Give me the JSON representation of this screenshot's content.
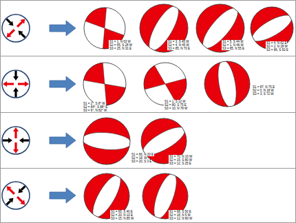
{
  "diagram": {
    "labels": [
      "S1 = 1, N 63 W",
      "S2 = 65, S 28 W",
      "S3 = 25, N 31 E",
      "S1 = 3, S 45 W",
      "S2 = 4, N 45 W",
      "S3 = 85, N 70 E",
      "S1 = 5, S 44 W",
      "S2 = 1, N 46 W",
      "S3 = 85, N 55 E",
      "S1 = 4, N 62 E",
      "S2 = 2, N 28 W",
      "S3 = 86, S 50 E",
      "S1 = 2°, S 8° W",
      "S2 = 84°, S 88° E",
      "S3 = 6°, N 82° W",
      "S1 = 1, S 12 W",
      "S2 = 80, S 75 E",
      "S3 = 10, N 78 W",
      "S1 = 87, N 75 E",
      "S2 = 0, N 18 W",
      "S3 = 3, S 72 W",
      "S1 = 66, N 20 E",
      "S2 = 18, W",
      "S3 = 20, S 3 E",
      "S1 = 70, N 10 W",
      "S2 = 15, S 80 W",
      "S3 = 12, S 25 E",
      "S1 = 65, S 40 E",
      "S2 = 20, N 10 E",
      "S3 = 15, N 85 W",
      "S1 = 68, S 50 E",
      "S2 = 18, N 5 W",
      "S3 = 12, N 80 W"
    ]
  }
}
